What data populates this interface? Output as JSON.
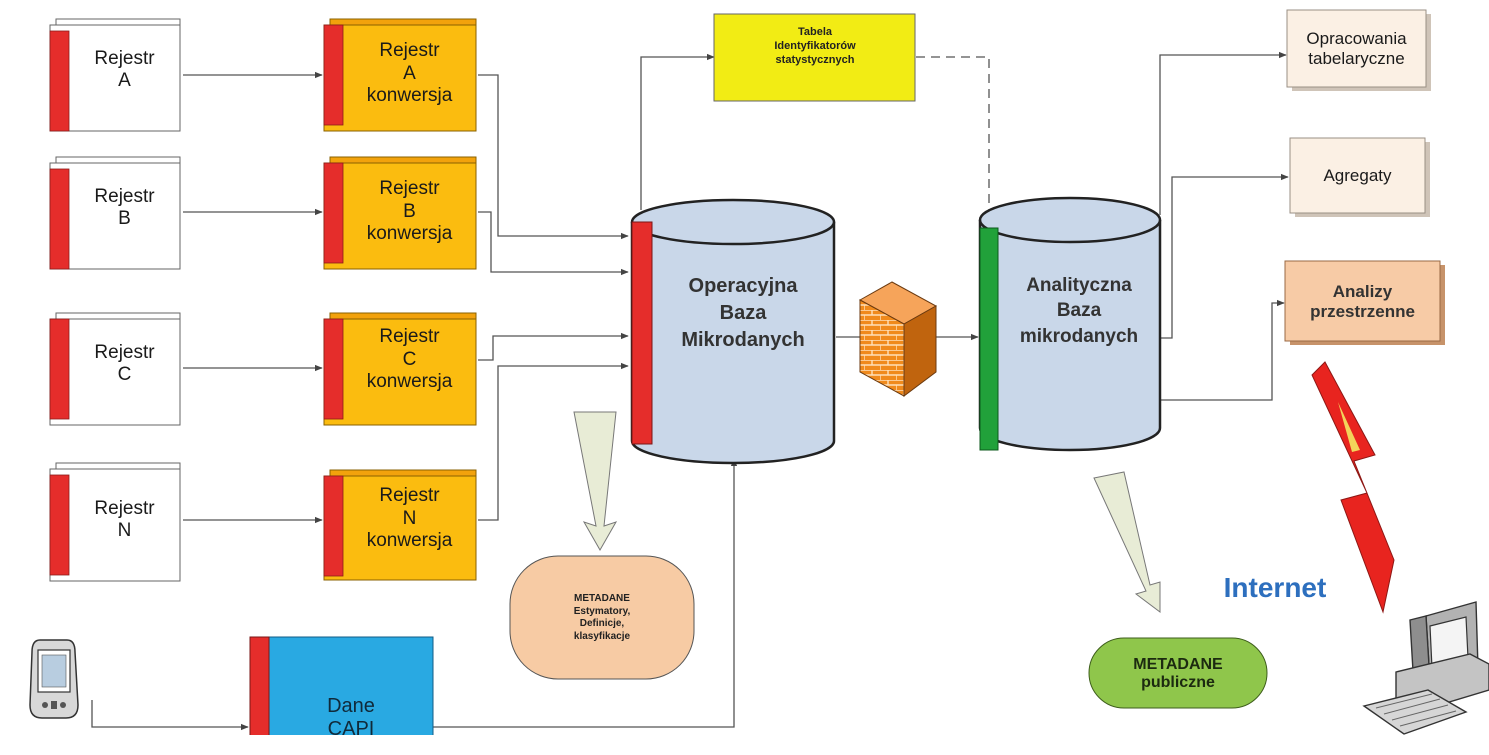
{
  "registers": [
    {
      "line1": "Rejestr",
      "line2": "A"
    },
    {
      "line1": "Rejestr",
      "line2": "B"
    },
    {
      "line1": "Rejestr",
      "line2": "C"
    },
    {
      "line1": "Rejestr",
      "line2": "N"
    }
  ],
  "conversions": [
    {
      "text": "Rejestr\nA\nkonwersja"
    },
    {
      "text": "Rejestr\nB\nkonwersja"
    },
    {
      "text": "Rejestr\nC\nkonwersja"
    },
    {
      "text": "Rejestr\nN\nkonwersja"
    }
  ],
  "id_table": {
    "text": "Tabela\nIdentyfikatorów\nstatystycznych"
  },
  "operational_db": {
    "text": "Operacyjna\nBaza\nMikrodanych"
  },
  "analytical_db": {
    "text": "Analityczna\nBaza\nmikrodanych"
  },
  "outputs": {
    "tabular": "Opracowania\ntabelaryczne",
    "aggregates": "Agregaty",
    "spatial": "Analizy\nprzestrzenne"
  },
  "metadata_internal": {
    "text": "METADANE\nEstymatory,\nDefinicje,\nklasyfikacje"
  },
  "metadata_public": {
    "text": "METADANE\npubliczne"
  },
  "capi": {
    "text": "Dane\nCAPI"
  },
  "internet": {
    "label": "Internet"
  },
  "icons": [
    "firewall-icon",
    "lightning-icon",
    "computer-icon",
    "handheld-device-icon"
  ],
  "colors": {
    "register_bar": "#e52d2b",
    "conversion_fill": "#fbbc0f",
    "id_table_fill": "#f2ec14",
    "db_fill": "#c9d7e9",
    "db_bar_green": "#21a13a",
    "capi_fill": "#29a9e2",
    "metadata_fill": "#f7cba4",
    "metadata_public_fill": "#8fc64b",
    "spatial_fill": "#f7cba6",
    "output_fill": "#fbf0e4",
    "internet_text": "#2d6fbe"
  }
}
